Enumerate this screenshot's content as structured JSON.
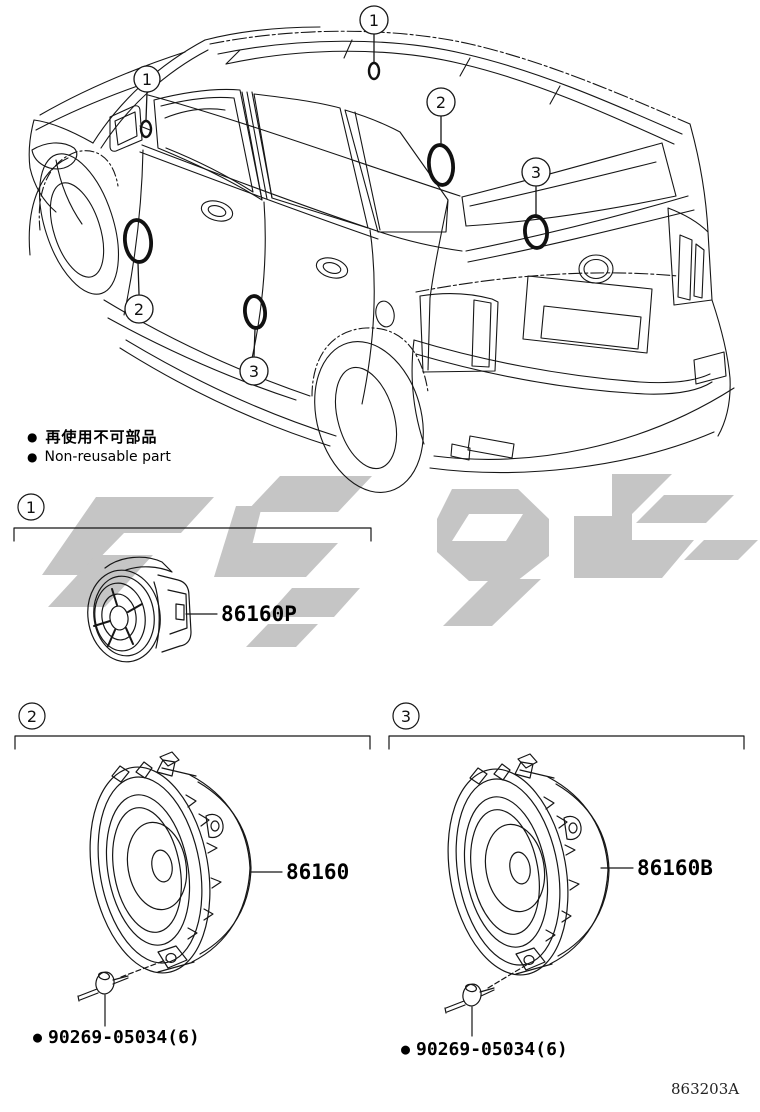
{
  "title": "Speaker parts diagram",
  "colors": {
    "line": "#161616",
    "watermark_gray": "#c5c5c5",
    "background": "#ffffff",
    "text": "#000000"
  },
  "legend": {
    "bullet": "●",
    "jp": "再使用不可部品",
    "en": "Non-reusable part"
  },
  "callouts": {
    "c1": "1",
    "c2": "2",
    "c3": "3"
  },
  "parts": {
    "tweeter_label": "86160P",
    "front_door_speaker_label": "86160",
    "rear_door_speaker_label": "86160B"
  },
  "screws": {
    "left": {
      "bullet": "●",
      "number": "90269-05034(6)"
    },
    "right": {
      "bullet": "●",
      "number": "90269-05034(6)"
    }
  },
  "footer": {
    "diagram_code": "863203A"
  }
}
